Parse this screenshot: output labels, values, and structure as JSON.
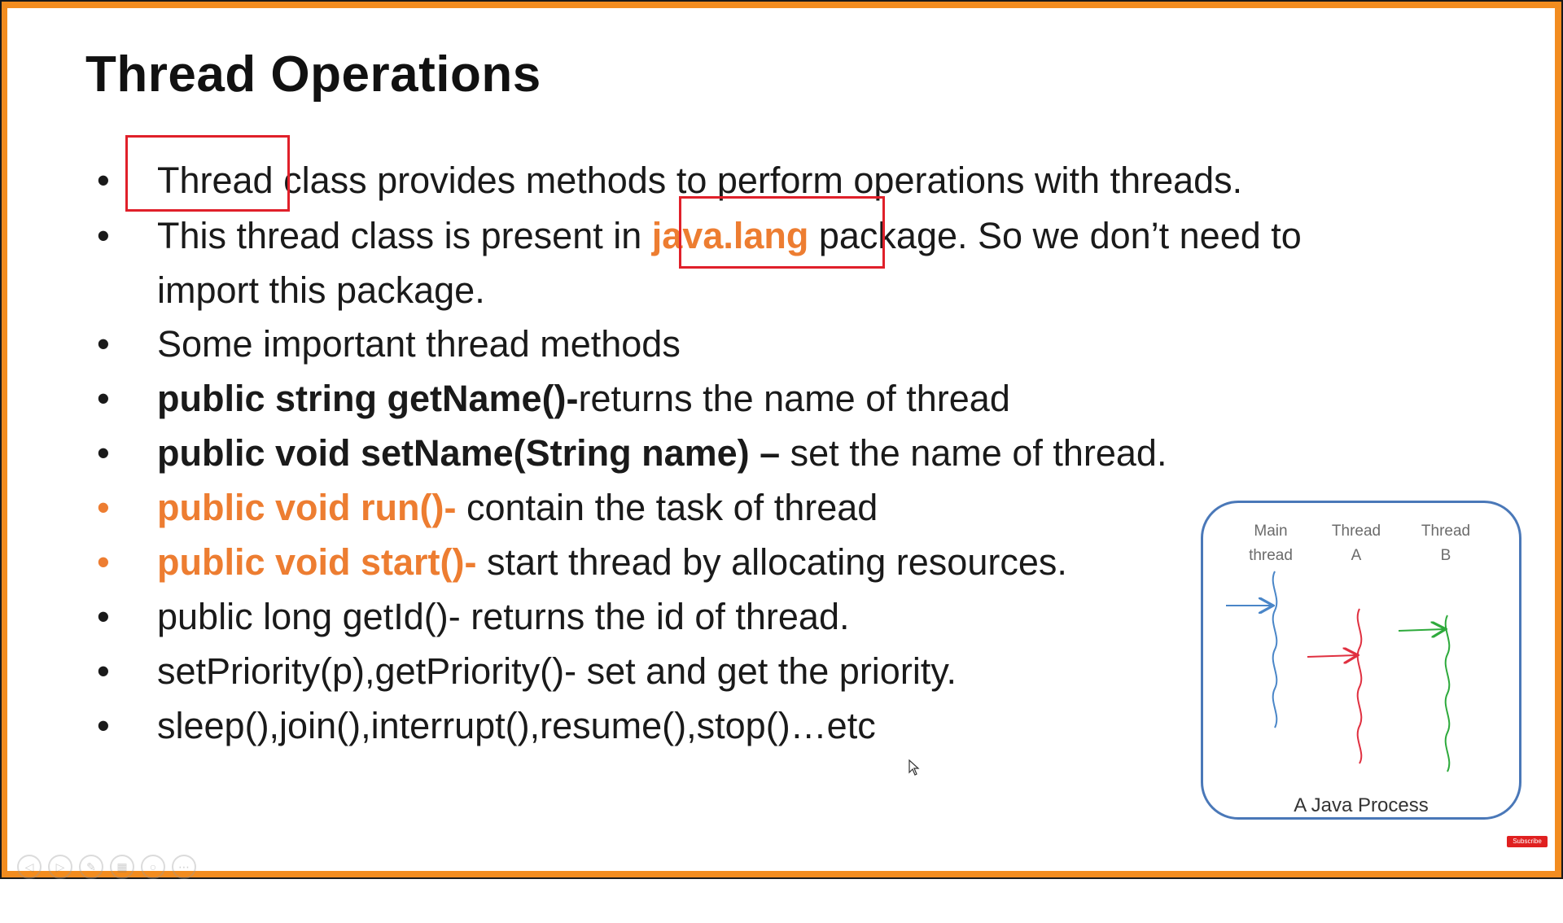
{
  "slide": {
    "title": "Thread Operations",
    "bullets": [
      {
        "parts": [
          {
            "t": "Thread",
            "style": "boxed"
          },
          {
            "t": " class provides methods to perform operations with threads.",
            "style": "normal"
          }
        ]
      },
      {
        "parts": [
          {
            "t": "This thread class is present in ",
            "style": "normal"
          },
          {
            "t": "java.lang",
            "style": "orange-boxed"
          },
          {
            "t": " package. So we don’t need to",
            "style": "normal"
          }
        ]
      },
      {
        "parts": [
          {
            "t": "import this package.",
            "style": "normal"
          }
        ]
      },
      {
        "parts": [
          {
            "t": "Some important thread methods",
            "style": "normal"
          }
        ]
      },
      {
        "parts": [
          {
            "t": "public string getName()-",
            "style": "bold"
          },
          {
            "t": "returns the name of thread",
            "style": "normal"
          }
        ]
      },
      {
        "parts": [
          {
            "t": "public void setName(String name) –",
            "style": "bold"
          },
          {
            "t": " set the name of thread.",
            "style": "normal"
          }
        ]
      },
      {
        "parts": [
          {
            "t": "public void run()-",
            "style": "orange"
          },
          {
            "t": " contain the task of thread",
            "style": "normal"
          }
        ]
      },
      {
        "parts": [
          {
            "t": "public void start()-",
            "style": "orange"
          },
          {
            "t": " start thread by allocating resources.",
            "style": "normal"
          }
        ]
      },
      {
        "parts": [
          {
            "t": "public long getId()- returns the id of thread.",
            "style": "normal"
          }
        ]
      },
      {
        "parts": [
          {
            "t": "setPriority(p),getPriority()- set and get the priority.",
            "style": "normal"
          }
        ]
      },
      {
        "parts": [
          {
            "t": "sleep(),join(),interrupt(),resume(),stop()…etc",
            "style": "normal"
          }
        ]
      }
    ],
    "bullet_symbol": "•"
  },
  "diagram": {
    "columns": [
      {
        "line1": "Main",
        "line2": "thread",
        "color": "#4a86c8"
      },
      {
        "line1": "Thread",
        "line2": "A",
        "color": "#e03040"
      },
      {
        "line1": "Thread",
        "line2": "B",
        "color": "#2eaa3c"
      }
    ],
    "caption": "A Java Process"
  },
  "player": {
    "subscribe_label": "Subscribe",
    "controls": [
      {
        "icon": "previous-icon",
        "glyph": "◁"
      },
      {
        "icon": "play-icon",
        "glyph": "▷"
      },
      {
        "icon": "pen-icon",
        "glyph": "✎"
      },
      {
        "icon": "slides-icon",
        "glyph": "▦"
      },
      {
        "icon": "zoom-icon",
        "glyph": "○"
      },
      {
        "icon": "more-icon",
        "glyph": "⋯"
      }
    ]
  },
  "colors": {
    "frame": "#f28c1f",
    "accent_orange": "#ed7d31",
    "highlight_box": "#e0202a",
    "diagram_border": "#4a78b8"
  }
}
